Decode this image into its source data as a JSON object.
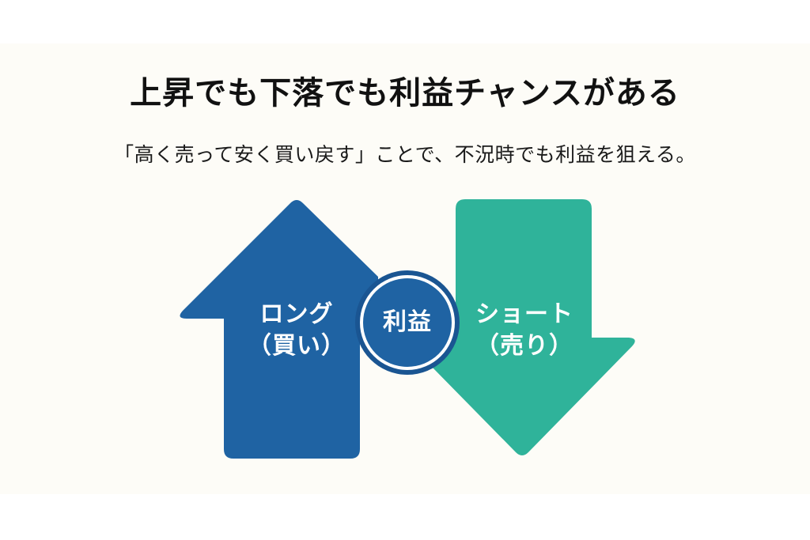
{
  "title": "上昇でも下落でも利益チャンスがある",
  "subtitle": "「高く売って安く買い戻す」ことで、不況時でも利益を狙える。",
  "diagram": {
    "long_arrow": {
      "direction": "up",
      "icon": "arrow-up-icon",
      "label_line1": "ロング",
      "label_line2": "（買い）",
      "color": "#1f63a3"
    },
    "short_arrow": {
      "direction": "down",
      "icon": "arrow-down-icon",
      "label_line1": "ショート",
      "label_line2": "（売り）",
      "color": "#2fb39a"
    },
    "center_badge": {
      "label": "利益",
      "fill": "#1f63a3",
      "ring": "#ffffff",
      "border": "#1a5592"
    }
  },
  "colors": {
    "background": "#ffffff",
    "panel": "#fdfcf7",
    "text": "#111111"
  }
}
